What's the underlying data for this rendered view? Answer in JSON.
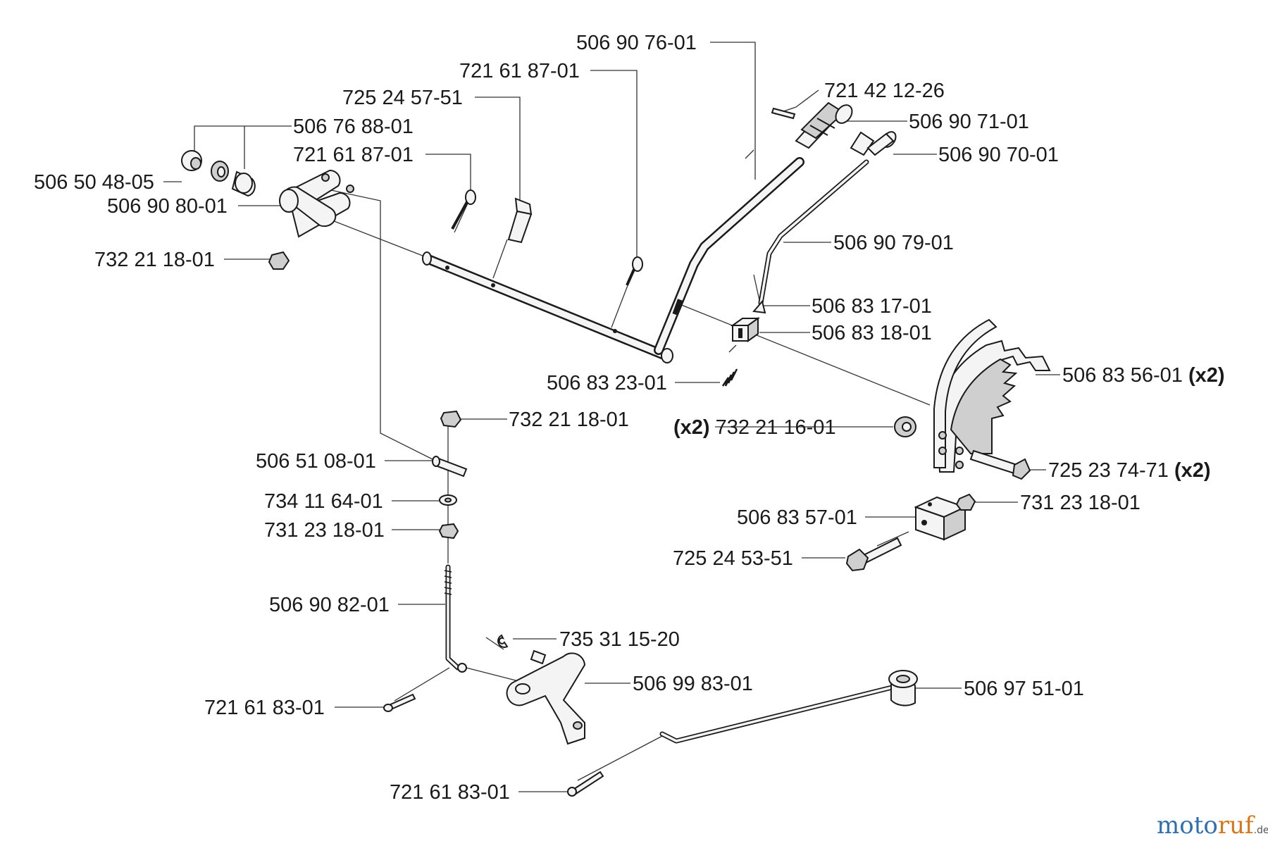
{
  "labels": {
    "p1": "506 90 76-01",
    "p2": "721 61 87-01",
    "p3": "721 42 12-26",
    "p4": "725 24 57-51",
    "p5": "506 90 71-01",
    "p6": "506 76 88-01",
    "p7": "721 61 87-01",
    "p8": "506 90 70-01",
    "p9": "506 50 48-05",
    "p10": "506 90 80-01",
    "p11": "506 90 79-01",
    "p12": "732 21 18-01",
    "p13": "506 83 17-01",
    "p14": "506 83 18-01",
    "p15": "506 83 56-01",
    "p16": "506 83 23-01",
    "p17": "732 21 18-01",
    "p18": "732 21 16-01",
    "p19": "506 51 08-01",
    "p20": "725 23 74-71",
    "p21": "734 11 64-01",
    "p22": "731 23 18-01",
    "p23": "506 83 57-01",
    "p24": "731 23 18-01",
    "p25": "725 24 53-51",
    "p26": "506 90 82-01",
    "p27": "735 31 15-20",
    "p28": "506 99 83-01",
    "p29": "506 97 51-01",
    "p30": "721 61 83-01",
    "p31": "721 61 83-01"
  },
  "qty_marker": "(x2)",
  "watermark": {
    "part1": "moto",
    "part2": "ruf",
    "part3": ".de"
  }
}
